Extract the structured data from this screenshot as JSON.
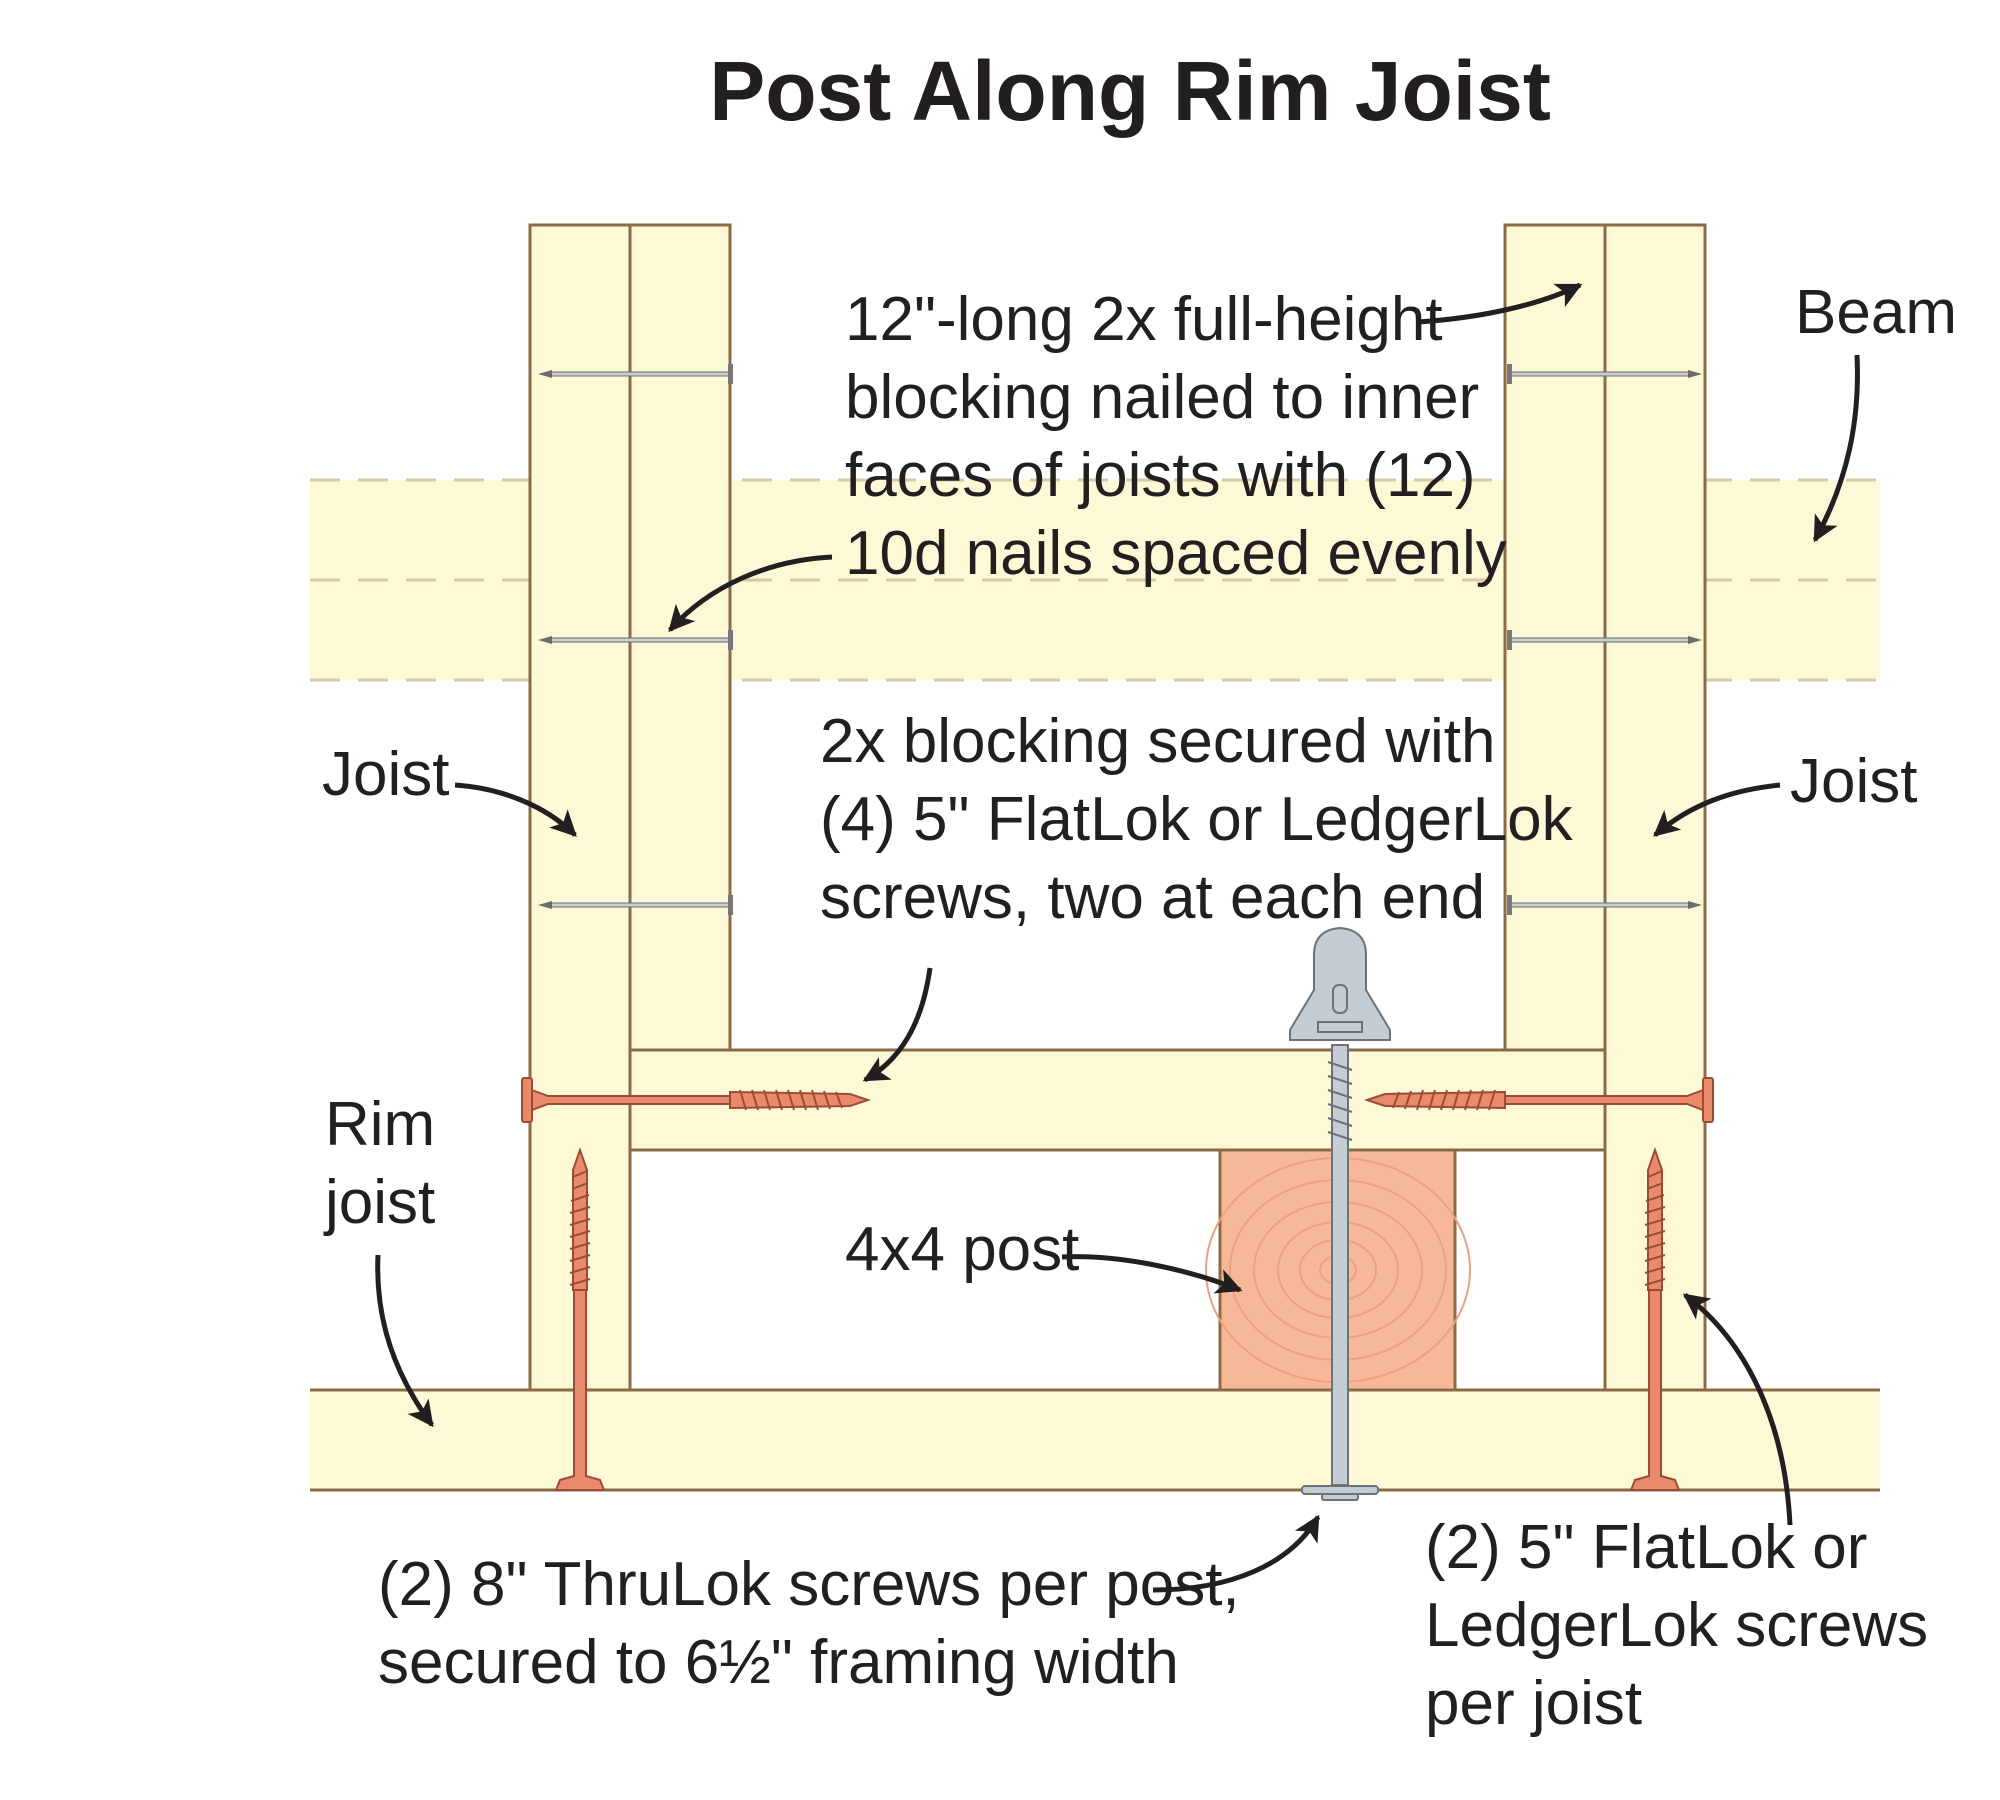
{
  "title": "Post Along Rim Joist",
  "labels": {
    "blocking_nailed": [
      "12\"-long 2x full-height",
      "blocking nailed to inner",
      "faces of joists with (12)",
      "10d nails spaced evenly"
    ],
    "beam": "Beam",
    "joist_left": "Joist",
    "joist_right": "Joist",
    "blocking_secured": [
      "2x blocking secured with",
      "(4) 5\" FlatLok or LedgerLok",
      "screws, two at each end"
    ],
    "rim_joist": [
      "Rim",
      "joist"
    ],
    "post": "4x4 post",
    "thrulok": [
      "(2) 8\" ThruLok screws per post,",
      "secured to 6½\" framing width"
    ],
    "flatlok_per_joist": [
      "(2) 5\" FlatLok or",
      "LedgerLok screws",
      "per joist"
    ]
  },
  "colors": {
    "lumber": "#fdf8d6",
    "lumber_edge": "#8b6b45",
    "post": "#f7b89a",
    "screw": "#e98a6c",
    "screw_edge": "#9a4d35",
    "steel": "#c4cdd3",
    "text": "#231f20"
  }
}
